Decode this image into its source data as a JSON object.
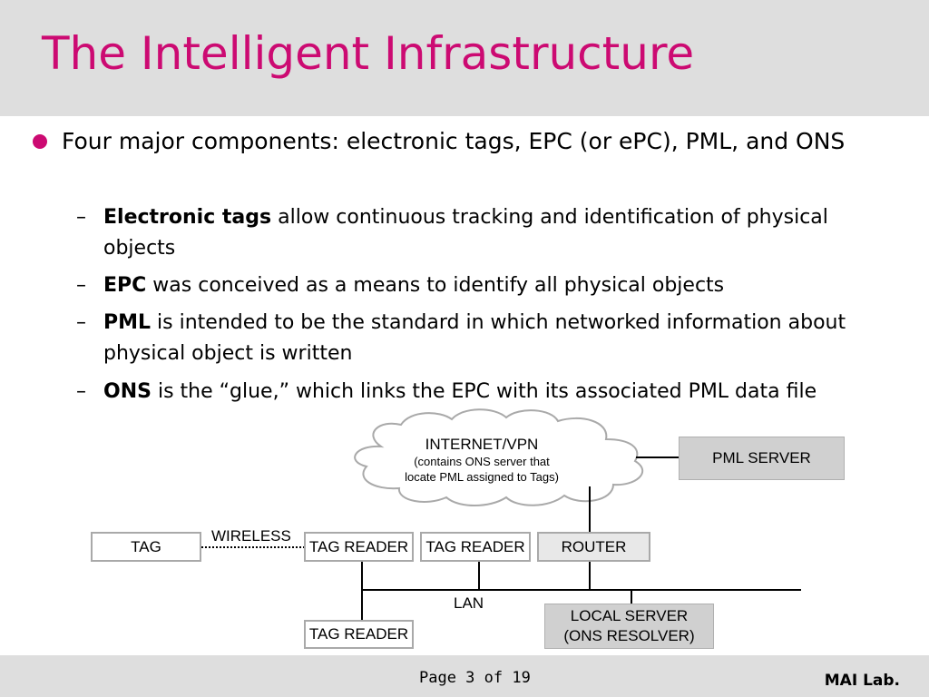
{
  "slide": {
    "title": "The Intelligent Infrastructure",
    "bullet": "Four major components: electronic tags, EPC (or ePC), PML, and ONS",
    "sub_items": [
      {
        "dash": "–",
        "term": "Electronic tags",
        "text": " allow continuous tracking and identification of physical objects"
      },
      {
        "dash": "–",
        "term": "EPC",
        "text": " was conceived as a means to identify all physical objects"
      },
      {
        "dash": "–",
        "term": "PML",
        "text": " is intended to be the standard in which networked information about physical object is written"
      },
      {
        "dash": "–",
        "term": "ONS",
        "text": " is the “glue,” which links the EPC with its associated PML data file"
      }
    ]
  },
  "diagram": {
    "cloud_title": "INTERNET/VPN",
    "cloud_sub_1": "(contains ONS server that",
    "cloud_sub_2": "locate PML assigned to Tags)",
    "pml_server": "PML SERVER",
    "tag": "TAG",
    "wireless": "WIRELESS",
    "tag_reader_1": "TAG READER",
    "tag_reader_2": "TAG READER",
    "router": "ROUTER",
    "lan": "LAN",
    "tag_reader_3": "TAG READER",
    "local_server_1": "LOCAL SERVER",
    "local_server_2": "(ONS RESOLVER)"
  },
  "footer": {
    "page": "Page 3 of 19",
    "lab": "MAI Lab."
  },
  "colors": {
    "accent": "#cc0a72",
    "bar": "#dedede"
  }
}
